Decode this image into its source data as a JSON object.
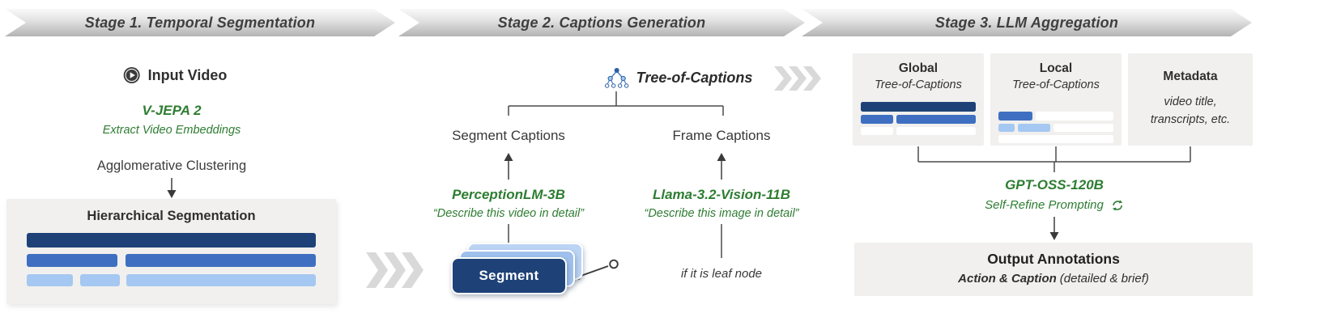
{
  "banners": [
    {
      "label": "Stage 1. Temporal Segmentation"
    },
    {
      "label": "Stage 2. Captions Generation"
    },
    {
      "label": "Stage 3. LLM Aggregation"
    }
  ],
  "stage1": {
    "input_label": "Input Video",
    "model_name": "V-JEPA 2",
    "model_subtitle": "Extract Video Embeddings",
    "clustering_label": "Agglomerative Clustering",
    "segmentation_box_title": "Hierarchical Segmentation"
  },
  "stage2": {
    "tree_title": "Tree-of-Captions",
    "segment_captions_label": "Segment Captions",
    "frame_captions_label": "Frame Captions",
    "segment_model": "PerceptionLM-3B",
    "segment_prompt": "“Describe this video in detail”",
    "frame_model": "Llama-3.2-Vision-11B",
    "frame_prompt": "“Describe this image in detail”",
    "segment_card_label": "Segment",
    "leaf_condition": "if it is leaf node"
  },
  "stage3": {
    "global_box": {
      "title": "Global",
      "subtitle": "Tree-of-Captions"
    },
    "local_box": {
      "title": "Local",
      "subtitle": "Tree-of-Captions"
    },
    "metadata_box": {
      "title": "Metadata",
      "subtitle": "video title, transcripts, etc."
    },
    "model_name": "GPT-OSS-120B",
    "model_subtitle": "Self-Refine Prompting",
    "output_title": "Output Annotations",
    "output_subtitle_bold": "Action & Caption",
    "output_subtitle_rest": "(detailed & brief)"
  },
  "colors": {
    "dark_blue": "#1e4278",
    "medium_blue": "#3f6fc1",
    "light_blue": "#a5c8f2",
    "green": "#2e7d32",
    "panel_gray": "#f1f0ee",
    "banner_text": "#3f3f3f",
    "chevron_gray": "#d9d9d9"
  }
}
